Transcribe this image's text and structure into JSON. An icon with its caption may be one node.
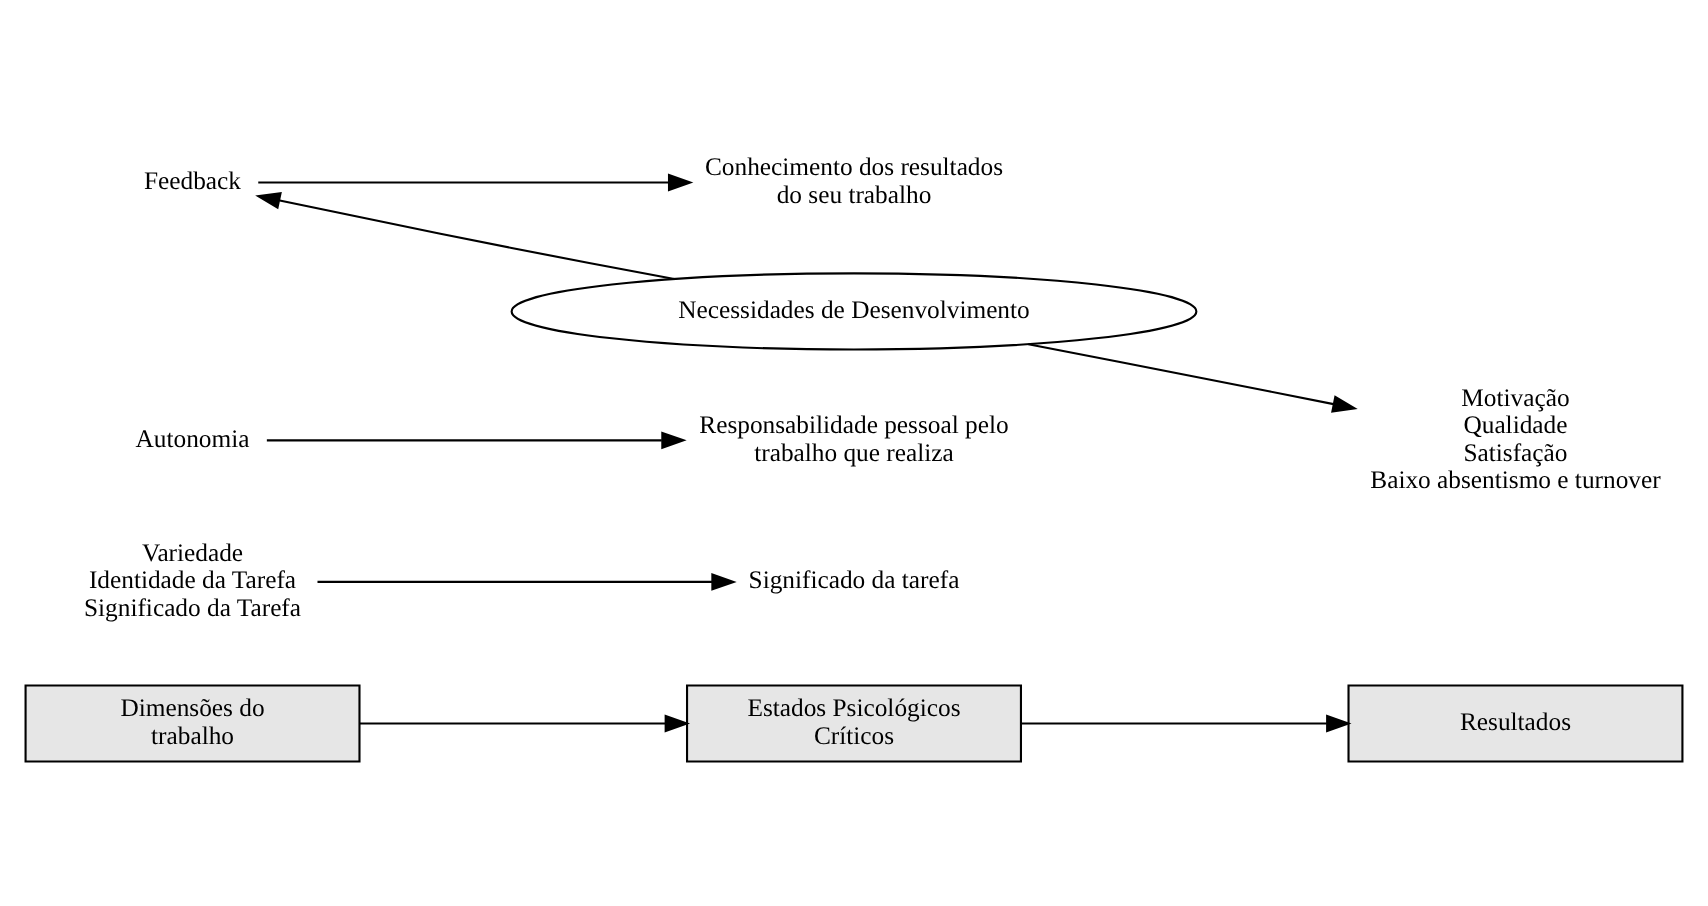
{
  "diagram": {
    "nodes": [
      {
        "text": [
          "Dimensões do trabalho"
        ]
      },
      {
        "text": [
          "Estados Psicológicos Críticos"
        ]
      },
      {
        "text": [
          "Resultados"
        ]
      },
      {
        "text": [
          "Variedade",
          "Identidade da Tarefa",
          "Significado da Tarefa"
        ]
      },
      {
        "text": [
          "Significado da tarefa"
        ]
      },
      {
        "text": [
          "Autonomia"
        ]
      },
      {
        "text": [
          "Responsabilidade pessoal pelo trabalho que realiza"
        ]
      },
      {
        "text": [
          "Feedback"
        ]
      },
      {
        "text": [
          "Conhecimento dos resultados do seu trabalho"
        ]
      },
      {
        "text": [
          "Motivação",
          "Qualidade",
          "Satisfação",
          "Baixo absentismo e turnover"
        ]
      },
      {
        "text": [
          "Necessidades de Desenvolvimento"
        ]
      }
    ],
    "edges": [
      {
        "from": 0,
        "to": 1,
        "arrow": "to"
      },
      {
        "from": 1,
        "to": 2,
        "arrow": "to"
      },
      {
        "from": 3,
        "to": 4,
        "arrow": "to"
      },
      {
        "from": 5,
        "to": 6,
        "arrow": "to"
      },
      {
        "from": 7,
        "to": 8,
        "arrow": "to"
      },
      {
        "from": 10,
        "to": 7,
        "arrow": "to"
      },
      {
        "from": 10,
        "to": 9,
        "arrow": "to"
      }
    ]
  }
}
